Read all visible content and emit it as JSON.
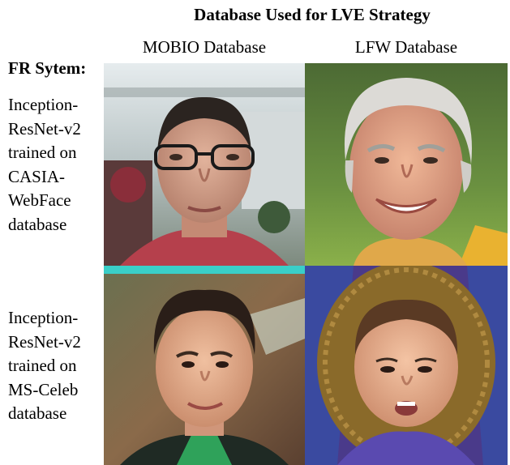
{
  "figure": {
    "title": "Database Used for LVE Strategy",
    "columns": [
      "MOBIO Database",
      "LFW Database"
    ],
    "row_header": "FR Sytem:",
    "rows": [
      {
        "lines": [
          "Inception-",
          "ResNet-v2",
          "trained on",
          "CASIA-",
          "WebFace",
          "database"
        ]
      },
      {
        "lines": [
          "Inception-",
          "ResNet-v2",
          "trained on",
          "MS-Celeb",
          "database"
        ]
      }
    ]
  }
}
